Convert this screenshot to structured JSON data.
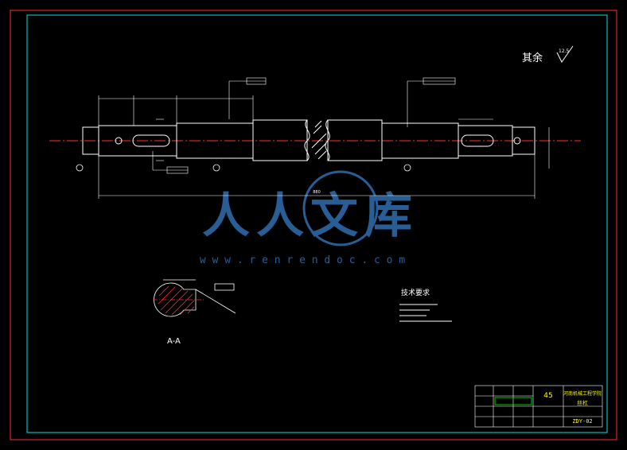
{
  "drawing": {
    "roughness_note": "其余",
    "roughness_value": "12.5",
    "section_label": "A-A",
    "tech_title": "技术要求",
    "watermark_name": "人人文库",
    "watermark_url": "w w w . r e n r e n d o c . c o m",
    "overall_length": "880"
  },
  "title_block": {
    "material": "45",
    "school": "河南机械工程学院",
    "part_name": "丝杠",
    "drawing_no": "ZDY-02"
  },
  "colors": {
    "frame": "#ff2a2a",
    "inner": "#00e0e0",
    "center": "#ff3030",
    "dim": "#ffffff",
    "title_yellow": "#ffff00",
    "title_green": "#00ff00",
    "watermark": "#2f6fb0"
  }
}
